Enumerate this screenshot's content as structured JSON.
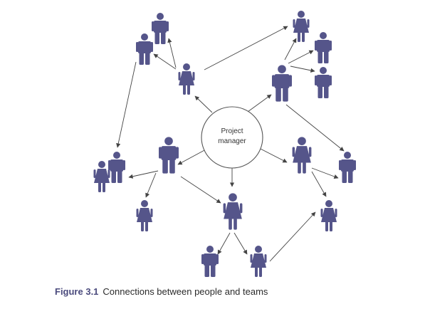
{
  "center_label_line1": "Project",
  "center_label_line2": "manager",
  "caption_number": "Figure 3.1",
  "caption_text": "Connections between people and teams",
  "colors": {
    "person": "#55558a",
    "line": "#444444",
    "circle_stroke": "#555555",
    "caption_number": "#4b4b7d"
  }
}
